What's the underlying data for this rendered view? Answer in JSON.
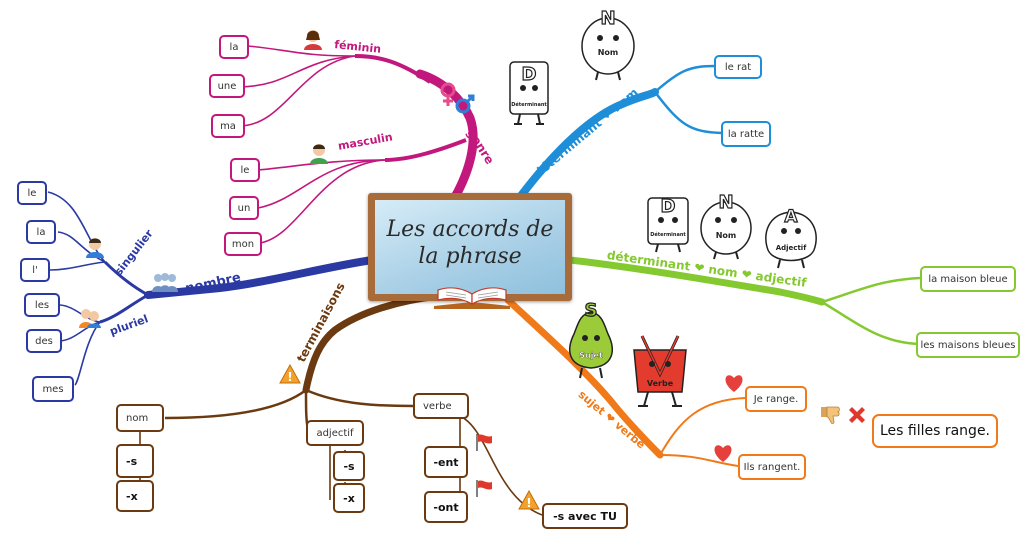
{
  "central": {
    "title": "Les accords de\nla phrase"
  },
  "branches": {
    "genre": {
      "label": "genre",
      "feminin": {
        "label": "féminin",
        "items": [
          "la",
          "une",
          "ma"
        ]
      },
      "masculin": {
        "label": "masculin",
        "items": [
          "le",
          "un",
          "mon"
        ]
      }
    },
    "nombre": {
      "label": "nombre",
      "singulier": {
        "label": "singulier",
        "items": [
          "le",
          "la",
          "l'"
        ]
      },
      "pluriel": {
        "label": "pluriel",
        "items": [
          "les",
          "des",
          "mes"
        ]
      }
    },
    "determinant_nom": {
      "label": "déterminant ❤ nom",
      "items": [
        "le rat",
        "la ratte"
      ],
      "characters": {
        "D": "Déterminant",
        "N": "Nom"
      }
    },
    "determinant_nom_adjectif": {
      "label": "déterminant ❤ nom ❤ adjectif",
      "items": [
        "la maison bleue",
        "les maisons bleues"
      ],
      "characters": {
        "D": "Déterminant",
        "N": "Nom",
        "A": "Adjectif"
      }
    },
    "terminaisons": {
      "label": "terminaisons",
      "nom": {
        "label": "nom",
        "items": [
          "-s",
          "-x"
        ]
      },
      "adjectif": {
        "label": "adjectif",
        "items": [
          "-s",
          "-x"
        ]
      },
      "verbe": {
        "label": "verbe",
        "items": [
          "-ent",
          "-ont"
        ],
        "note": "-s avec TU"
      }
    },
    "sujet_verbe": {
      "label": "sujet ❤ verbe",
      "correct": [
        "Je range.",
        "Ils rangent."
      ],
      "wrong": "Les filles range.",
      "characters": {
        "S": "Sujet",
        "V": "Verbe"
      }
    }
  },
  "colors": {
    "genre": "#c2187d",
    "nombre": "#2b3aa3",
    "determinant_nom": "#1f8ed8",
    "determinant_nom_adjectif": "#84c92f",
    "terminaisons": "#6b3a10",
    "sujet_verbe": "#f07a1a",
    "board_frame": "#a86b3a"
  },
  "icons": [
    "female-user-icon",
    "male-user-icon",
    "venus-mars-icon",
    "group-icon",
    "warning-icon",
    "red-flag-icon",
    "heart-icon",
    "thumbs-down-icon",
    "red-cross-icon",
    "book-icon"
  ]
}
